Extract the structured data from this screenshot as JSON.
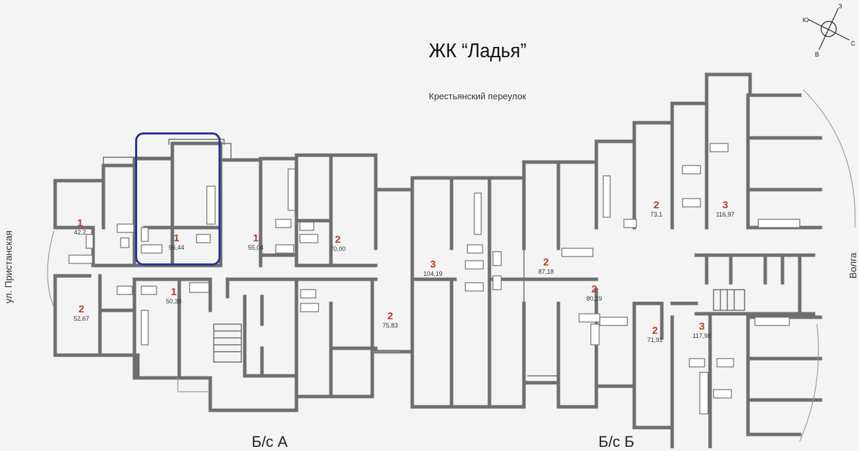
{
  "title": "ЖК “Ладья”",
  "streets": {
    "top": "Крестьянский переулок",
    "left": "ул. Пристанская",
    "right": "Волга"
  },
  "sections": [
    "Б/с А",
    "Б/с Б"
  ],
  "compass": {
    "n": "З",
    "s": "В",
    "w": "Ю",
    "e": "С"
  },
  "apartments": [
    {
      "rooms": "1",
      "area": "42,2"
    },
    {
      "rooms": "1",
      "area": "56,44"
    },
    {
      "rooms": "1",
      "area": "55,04"
    },
    {
      "rooms": "2",
      "area": "70,00"
    },
    {
      "rooms": "2",
      "area": "52,67"
    },
    {
      "rooms": "1",
      "area": "50,39"
    },
    {
      "rooms": "3",
      "area": "104,19"
    },
    {
      "rooms": "2",
      "area": "75,83"
    },
    {
      "rooms": "2",
      "area": "87,18"
    },
    {
      "rooms": "2",
      "area": "80,19"
    },
    {
      "rooms": "2",
      "area": "73,1"
    },
    {
      "rooms": "3",
      "area": "116,97"
    },
    {
      "rooms": "2",
      "area": "71,91"
    },
    {
      "rooms": "3",
      "area": "117,98"
    }
  ],
  "highlighted_apartment": "56,44",
  "colors": {
    "walls": "#6b6b6b",
    "rooms_text": "#c0392b",
    "highlight": "#2e3196",
    "background": "#f4f4f4"
  }
}
